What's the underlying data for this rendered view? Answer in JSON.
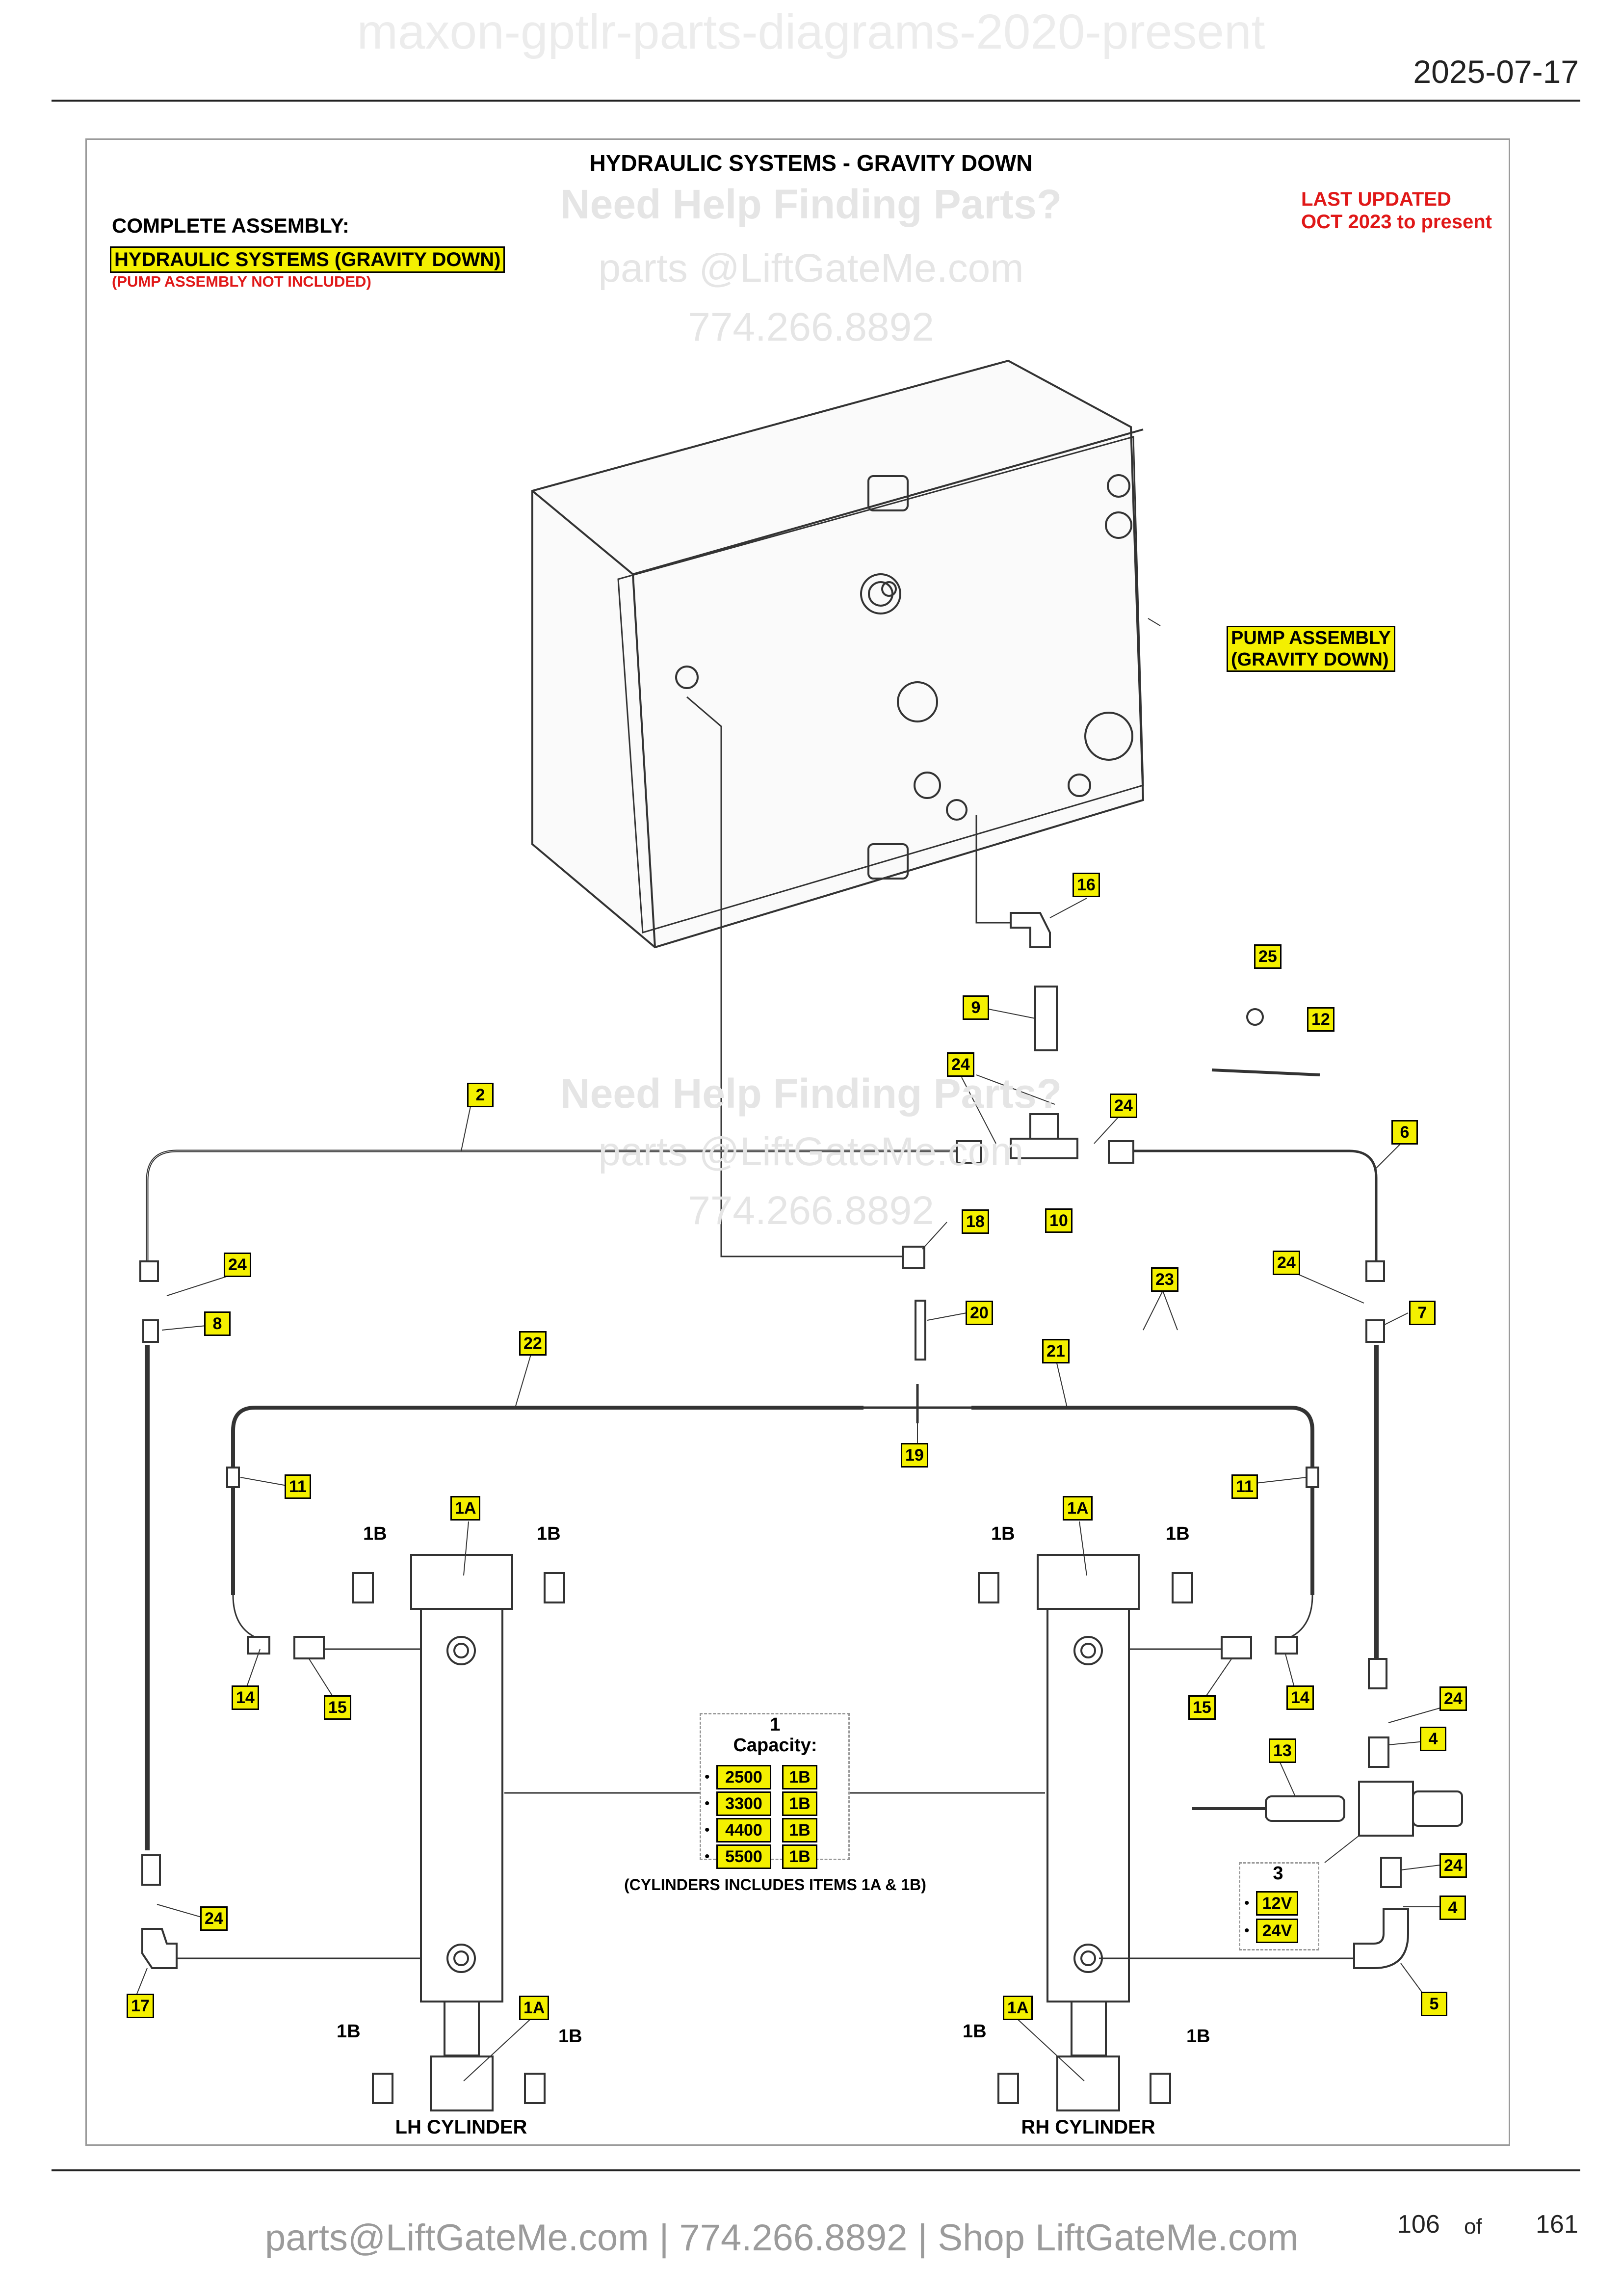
{
  "header": {
    "watermark_title": "maxon-gptlr-parts-diagrams-2020-present",
    "date": "2025-07-17"
  },
  "diagram": {
    "title": "HYDRAULIC SYSTEMS - GRAVITY DOWN",
    "complete_assembly_label": "COMPLETE ASSEMBLY:",
    "complete_assembly_name": "HYDRAULIC SYSTEMS (GRAVITY DOWN)",
    "complete_assembly_note": "(PUMP ASSEMBLY NOT INCLUDED)",
    "last_updated_label": "LAST UPDATED",
    "last_updated_range": "OCT 2023 to present",
    "pump_assembly_line1": "PUMP ASSEMBLY",
    "pump_assembly_line2": "(GRAVITY DOWN)",
    "watermark_help": "Need Help Finding Parts?",
    "watermark_email": "parts @LiftGateMe.com",
    "watermark_phone": "774.266.8892",
    "capacity": {
      "number": "1",
      "label": "Capacity:",
      "bullet": "•",
      "rows": [
        {
          "value": "2500",
          "sub": "1B"
        },
        {
          "value": "3300",
          "sub": "1B"
        },
        {
          "value": "4400",
          "sub": "1B"
        },
        {
          "value": "5500",
          "sub": "1B"
        }
      ],
      "note": "(CYLINDERS INCLUDES ITEMS 1A & 1B)"
    },
    "voltage": {
      "number": "3",
      "bullet": "•",
      "options": [
        "12V",
        "24V"
      ]
    },
    "lh_cylinder": "LH CYLINDER",
    "rh_cylinder": "RH CYLINDER",
    "callouts": {
      "c16": "16",
      "c25": "25",
      "c12": "12",
      "c9": "9",
      "c24_top": "24",
      "c24_top_r": "24",
      "c2": "2",
      "c6": "6",
      "c10": "10",
      "c18": "18",
      "c24_left": "24",
      "c8": "8",
      "c24_right": "24",
      "c7": "7",
      "c20": "20",
      "c23": "23",
      "c22": "22",
      "c21": "21",
      "c19": "19",
      "c11_l": "11",
      "c11_r": "11",
      "c1a_l_top": "1A",
      "c1a_r_top": "1A",
      "c1a_l_bot": "1A",
      "c1a_r_bot": "1A",
      "c14_l": "14",
      "c15_l": "15",
      "c15_r": "15",
      "c14_r": "14",
      "c24_r1": "24",
      "c4_r1": "4",
      "c13": "13",
      "c24_r2": "24",
      "c4_r2": "4",
      "c24_l_bot": "24",
      "c17": "17",
      "c5": "5",
      "b_lt1": "1B",
      "b_lt2": "1B",
      "b_rt1": "1B",
      "b_rt2": "1B",
      "b_lb1": "1B",
      "b_lb2": "1B",
      "b_rb1": "1B",
      "b_rb2": "1B"
    }
  },
  "footer": {
    "contact": "parts@LiftGateMe.com | 774.266.8892 | Shop LiftGateMe.com",
    "page_current": "106",
    "page_of": "of",
    "page_total": "161"
  }
}
